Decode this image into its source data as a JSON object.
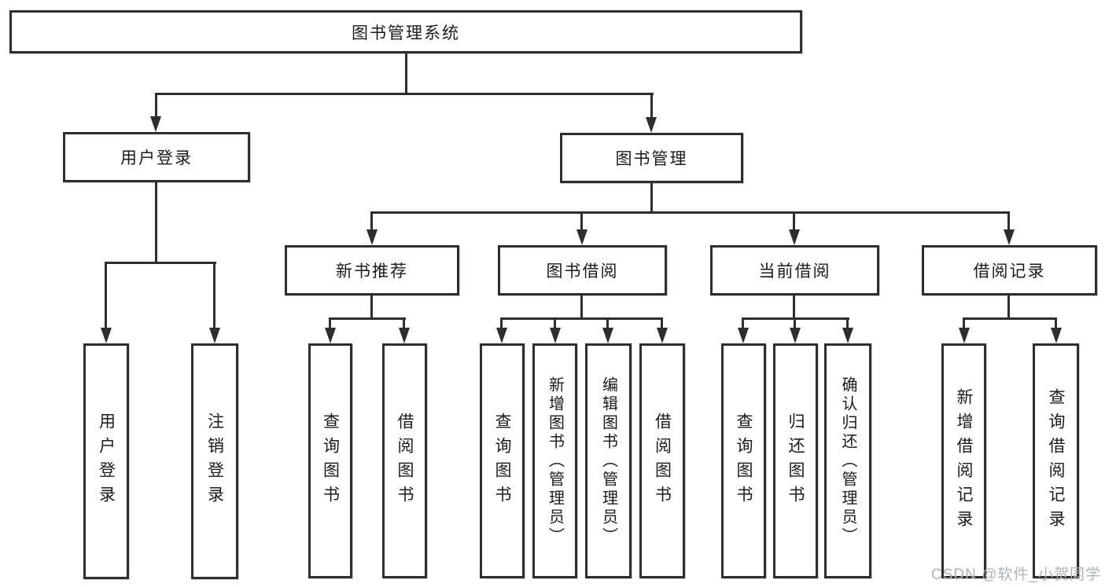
{
  "diagram": {
    "tree": {
      "label": "图书管理系统",
      "children": [
        {
          "label": "用户登录",
          "children": [
            {
              "label": "用户登录"
            },
            {
              "label": "注销登录"
            }
          ]
        },
        {
          "label": "图书管理",
          "children": [
            {
              "label": "新书推荐",
              "children": [
                {
                  "label": "查询图书"
                },
                {
                  "label": "借阅图书"
                }
              ]
            },
            {
              "label": "图书借阅",
              "children": [
                {
                  "label": "查询图书"
                },
                {
                  "label": "新增图书（管理员）"
                },
                {
                  "label": "编辑图书（管理员）"
                },
                {
                  "label": "借阅图书"
                }
              ]
            },
            {
              "label": "当前借阅",
              "children": [
                {
                  "label": "查询图书"
                },
                {
                  "label": "归还图书"
                },
                {
                  "label": "确认归还（管理员）"
                }
              ]
            },
            {
              "label": "借阅记录",
              "children": [
                {
                  "label": "新增借阅记录"
                },
                {
                  "label": "查询借阅记录"
                }
              ]
            }
          ]
        }
      ]
    },
    "watermark": "CSDN @软件_小贺同学",
    "colors": {
      "line": "#2e2e2e",
      "border": "#2e2e2e",
      "text": "#1b1b1b",
      "background": "#ffffff",
      "watermark": "#aeb3ba"
    }
  }
}
